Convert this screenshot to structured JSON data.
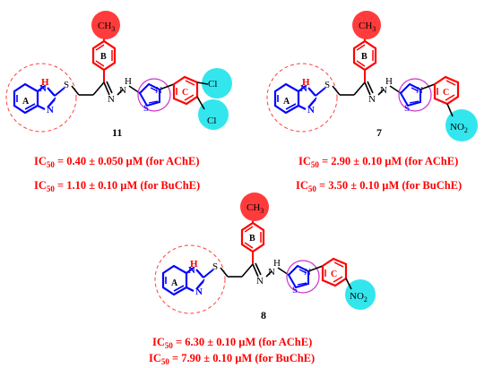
{
  "atoms": {
    "ch3": "CH3",
    "h": "H",
    "s": "S",
    "n": "N",
    "nh": "H",
    "cl": "Cl",
    "no2": "NO2"
  },
  "ring_labels": {
    "a": "A",
    "b": "B",
    "c": "C"
  },
  "compounds": [
    {
      "id": "11",
      "ic50_ache": "IC50 = 0.40 ± 0.050 µM (for AChE)",
      "ic50_buche": "IC50 = 1.10 ± 0.10 µM (for BuChE)",
      "substituents": [
        "Cl",
        "Cl"
      ]
    },
    {
      "id": "7",
      "ic50_ache": "IC50 = 2.90 ± 0.10 µM (for AChE)",
      "ic50_buche": "IC50 = 3.50 ± 0.10 µM (for BuChE)",
      "substituents": [
        "NO2"
      ]
    },
    {
      "id": "8",
      "ic50_ache": "IC50 = 6.30 ± 0.10 µM (for AChE)",
      "ic50_buche": "IC50 = 7.90 ± 0.10 µM (for BuChE)",
      "substituents": [
        "NO2"
      ]
    }
  ],
  "colors": {
    "ring_a": "#0000ff",
    "ring_b": "#ff0000",
    "ring_c": "#ff0000",
    "thiazole": "#0000ff",
    "methyl_circle": "#ff3b3b",
    "substituent_circle": "#33e6ee",
    "dashed_circle": "#ff4040",
    "thiazole_circle": "#cc33cc",
    "ic50_text": "#ff0000"
  }
}
